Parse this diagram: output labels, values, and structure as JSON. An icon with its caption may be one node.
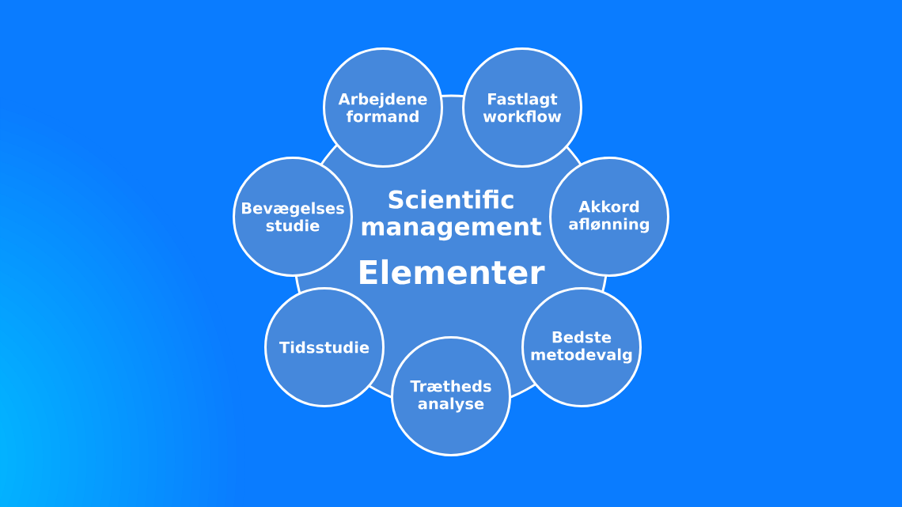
{
  "diagram": {
    "nodes": [
      {
        "text": [
          "Scientific management",
          "Elementer"
        ]
      },
      {
        "text": [
          "Arbejdene formand"
        ]
      },
      {
        "text": [
          "Fastlagt workflow"
        ]
      },
      {
        "text": [
          "Akkord aflønning"
        ]
      },
      {
        "text": [
          "Bedste metodevalg"
        ]
      },
      {
        "text": [
          "Trætheds analyse"
        ]
      },
      {
        "text": [
          "Tidsstudie"
        ]
      },
      {
        "text": [
          "Bevægelses studie"
        ]
      }
    ]
  }
}
